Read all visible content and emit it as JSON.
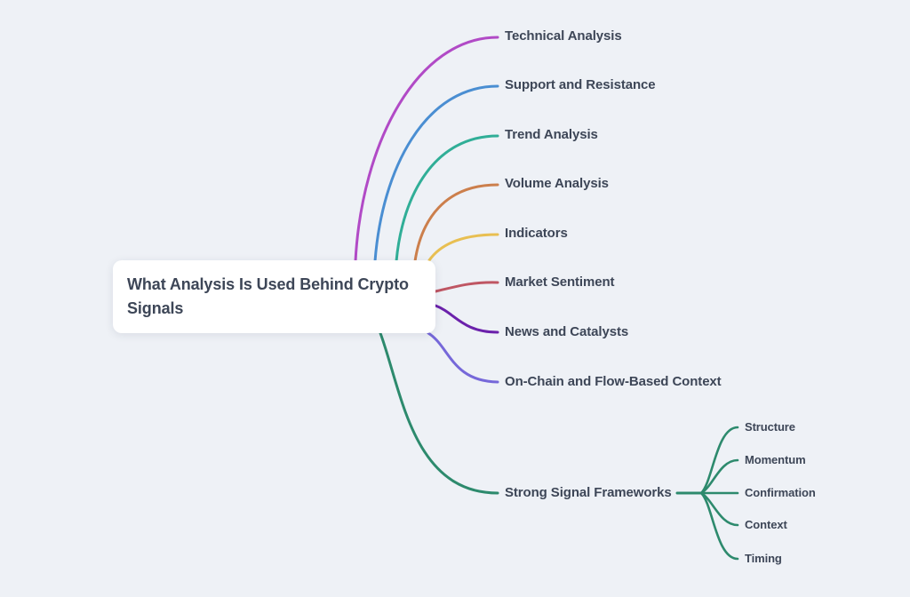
{
  "root": {
    "label": "What Analysis Is Used Behind Crypto Signals"
  },
  "theme": {
    "background": "#eef1f6",
    "node_background": "#ffffff",
    "text_color": "#3d4657"
  },
  "branches": [
    {
      "label": "Technical Analysis",
      "color": "#b14ac6"
    },
    {
      "label": "Support and Resistance",
      "color": "#4a8ed2"
    },
    {
      "label": "Trend Analysis",
      "color": "#30ae97"
    },
    {
      "label": "Volume Analysis",
      "color": "#cc7f4c"
    },
    {
      "label": "Indicators",
      "color": "#e8bf52"
    },
    {
      "label": "Market Sentiment",
      "color": "#bf5663"
    },
    {
      "label": "News and Catalysts",
      "color": "#6b21ab"
    },
    {
      "label": "On-Chain and Flow-Based Context",
      "color": "#7668d9"
    },
    {
      "label": "Strong Signal Frameworks",
      "color": "#2d8a6d",
      "children": [
        {
          "label": "Structure",
          "color": "#2d8a6d"
        },
        {
          "label": "Momentum",
          "color": "#2d8a6d"
        },
        {
          "label": "Confirmation",
          "color": "#2d8a6d"
        },
        {
          "label": "Context",
          "color": "#2d8a6d"
        },
        {
          "label": "Timing",
          "color": "#2d8a6d"
        }
      ]
    }
  ]
}
